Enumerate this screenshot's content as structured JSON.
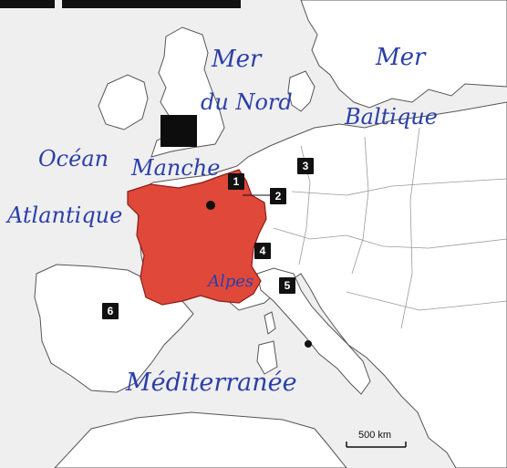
{
  "map": {
    "water_labels": {
      "north_sea_line1": "Mer",
      "north_sea_line2": "du Nord",
      "baltic_line1": "Mer",
      "baltic_line2": "Baltique",
      "atlantic_line1": "Océan",
      "atlantic_line2": "Atlantique",
      "channel": "Manche",
      "mediterranean": "Méditerranée"
    },
    "region_labels": {
      "alps": "Alpes"
    },
    "markers": [
      "1",
      "2",
      "3",
      "4",
      "5",
      "6"
    ],
    "scale": {
      "label": "500 km"
    },
    "colors": {
      "ink": "#2b3fa8",
      "france": "#e0483a",
      "sea": "#efefef",
      "land": "#ffffff"
    }
  }
}
